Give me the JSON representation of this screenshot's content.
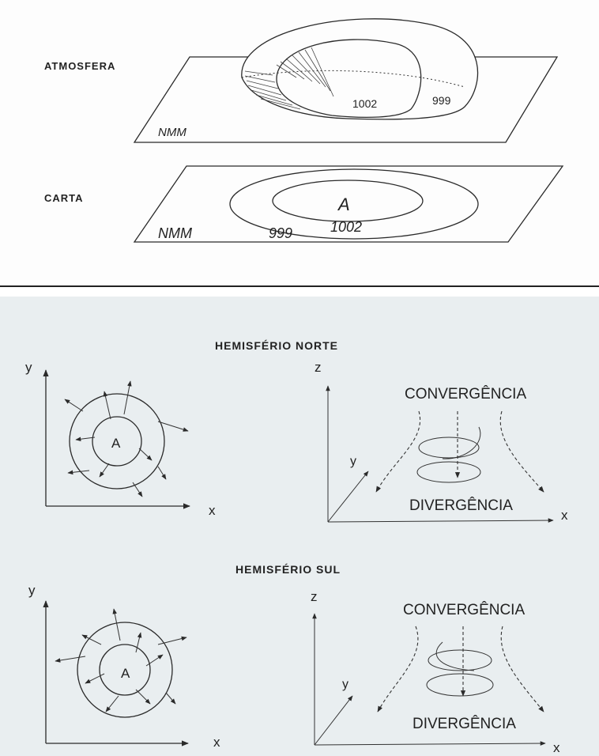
{
  "top": {
    "atmosfera_label": "ATMOSFERA",
    "carta_label": "CARTA",
    "nmm_top": "NMM",
    "nmm_bottom": "NMM",
    "iso_1002_top": "1002",
    "iso_999_top": "999",
    "center_a": "A",
    "iso_1002_bottom": "1002",
    "iso_999_bottom": "999"
  },
  "north": {
    "title": "HEMISFÉRIO NORTE",
    "axis_y": "y",
    "axis_x": "x",
    "center_a": "A",
    "axis_z": "z",
    "axis_y3d": "y",
    "axis_x3d": "x",
    "convergencia": "CONVERGÊNCIA",
    "divergencia": "DIVERGÊNCIA"
  },
  "south": {
    "title": "HEMISFÉRIO SUL",
    "axis_y": "y",
    "axis_x": "x",
    "center_a": "A",
    "axis_z": "z",
    "axis_y3d": "y",
    "axis_x3d": "x",
    "convergencia": "CONVERGÊNCIA",
    "divergencia": "DIVERGÊNCIA"
  },
  "colors": {
    "top_background": "#fdfdfd",
    "bottom_background": "#e9eef0",
    "ink": "#2a2a2a"
  }
}
